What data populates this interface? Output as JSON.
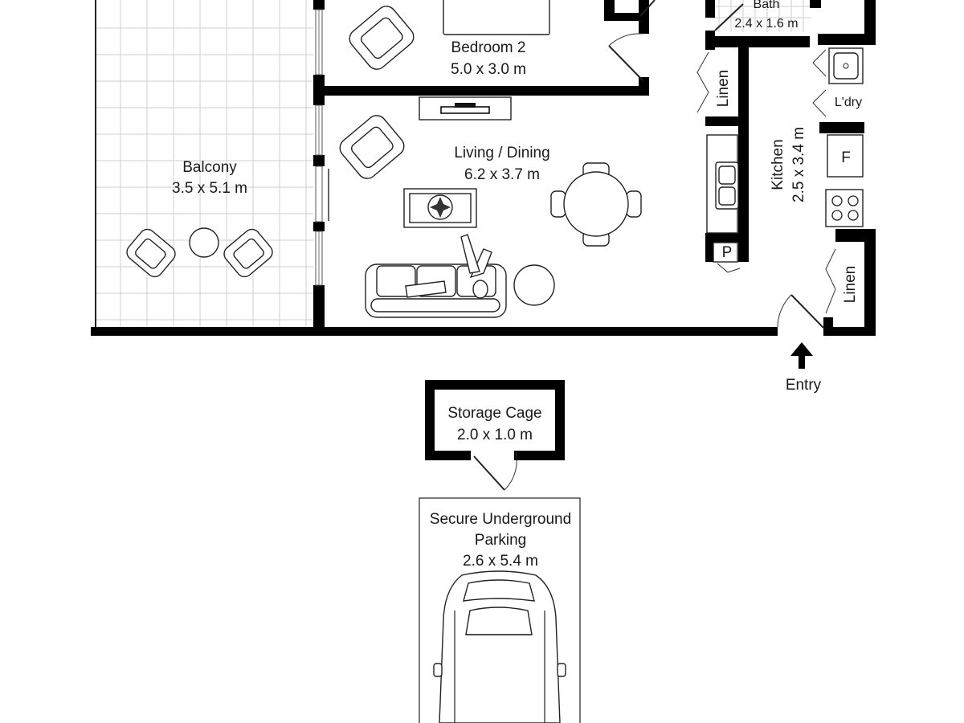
{
  "rooms": {
    "bedroom2": {
      "name": "Bedroom 2",
      "size": "5.0 x 3.0 m"
    },
    "bath": {
      "name": "Bath",
      "size": "2.4 x 1.6 m"
    },
    "living": {
      "name": "Living / Dining",
      "size": "6.2 x 3.7 m"
    },
    "balcony": {
      "name": "Balcony",
      "size": "3.5 x 5.1 m"
    },
    "kitchen": {
      "name": "Kitchen",
      "size": "2.5 x 3.4 m"
    },
    "storage": {
      "name": "Storage Cage",
      "size": "2.0 x 1.0 m"
    },
    "parking": {
      "name_line1": "Secure Underground",
      "name_line2": "Parking",
      "size": "2.6 x 5.4 m"
    }
  },
  "labels": {
    "linen_upper": "Linen",
    "linen_lower": "Linen",
    "laundry": "L'dry",
    "fridge": "F",
    "pantry": "P",
    "entry": "Entry"
  },
  "colors": {
    "walls": "#000000",
    "grid": "#cfcfcf",
    "background": "#ffffff"
  }
}
